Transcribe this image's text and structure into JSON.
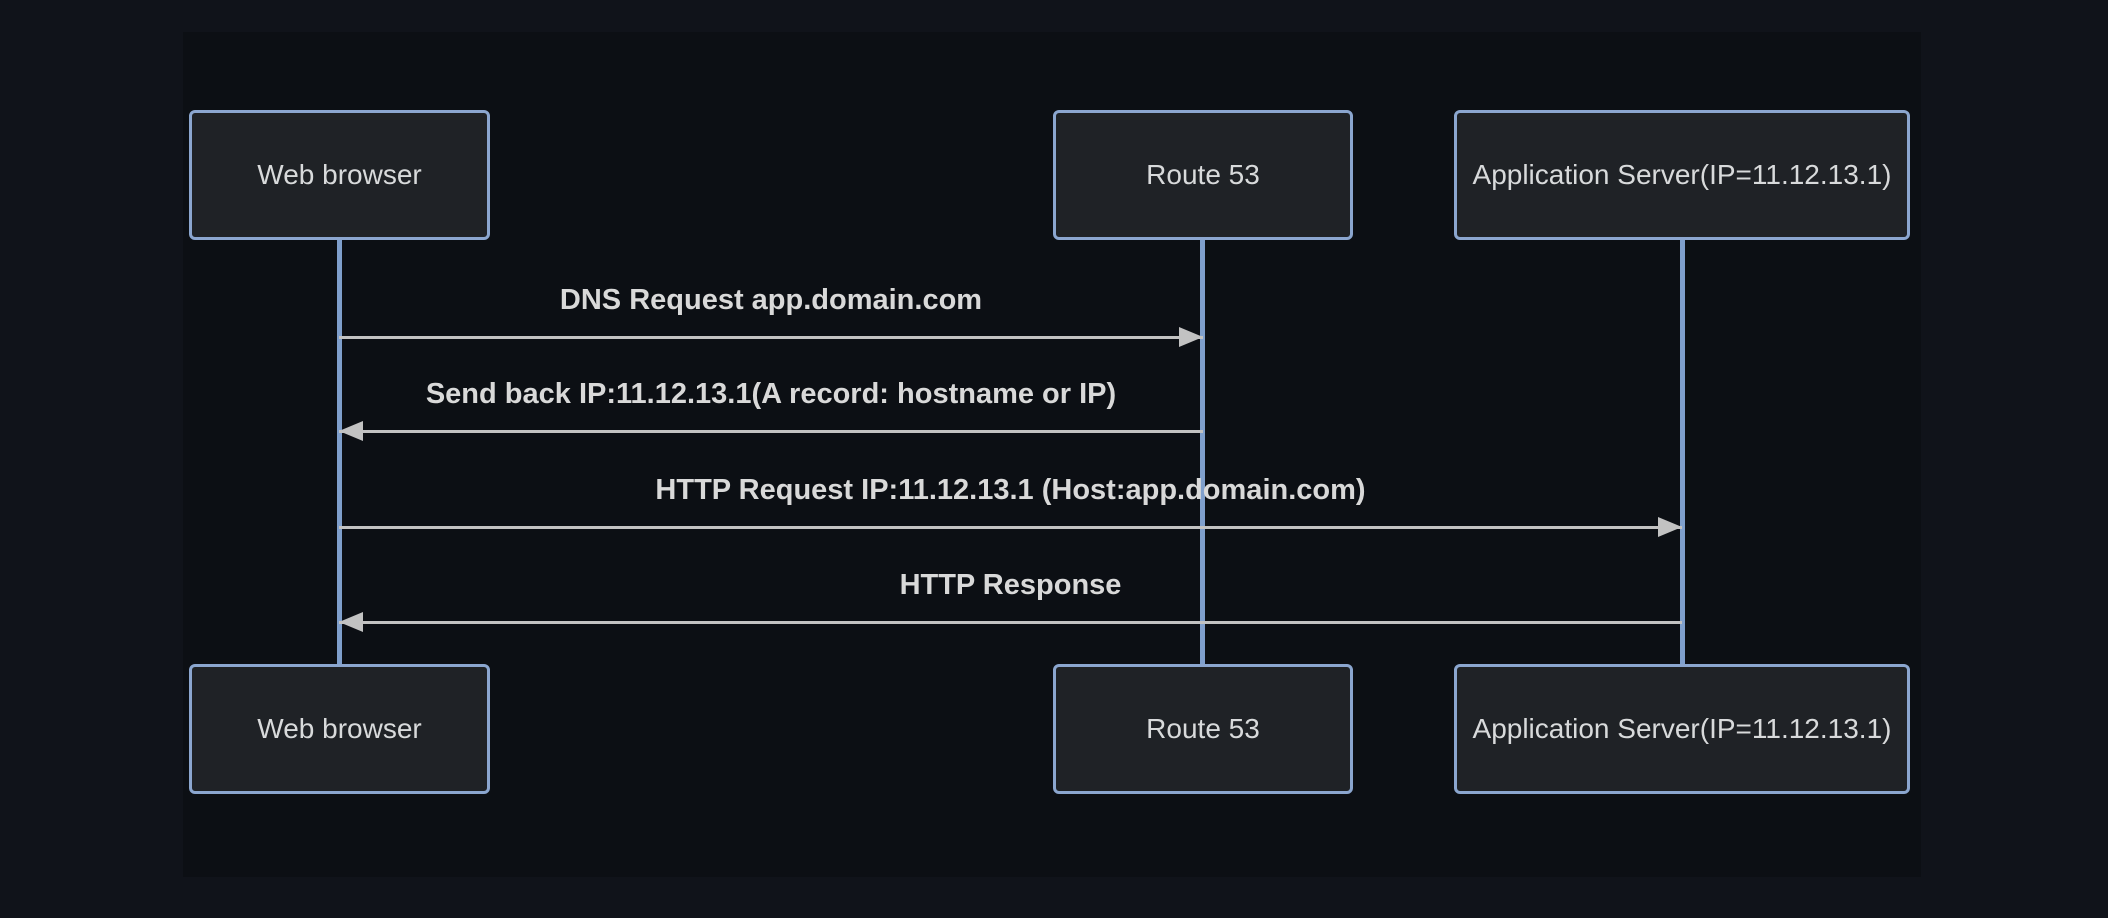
{
  "diagram": {
    "type": "sequence-diagram",
    "actors": [
      {
        "id": "web-browser",
        "label": "Web browser"
      },
      {
        "id": "route-53",
        "label": "Route 53"
      },
      {
        "id": "application-server",
        "label": "Application Server(IP=11.12.13.1)"
      }
    ],
    "messages": [
      {
        "text": "DNS Request app.domain.com",
        "from": "Web browser",
        "to": "Route 53",
        "direction": "right",
        "arrow_style": "solid"
      },
      {
        "text": "Send back IP:11.12.13.1(A record: hostname or IP)",
        "from": "Route 53",
        "to": "Web browser",
        "direction": "left",
        "arrow_style": "solid"
      },
      {
        "text": "HTTP Request IP:11.12.13.1 (Host:app.domain.com)",
        "from": "Web browser",
        "to": "Application Server(IP=11.12.13.1)",
        "direction": "right",
        "arrow_style": "solid"
      },
      {
        "text": "HTTP Response",
        "from": "Application Server(IP=11.12.13.1)",
        "to": "Web browser",
        "direction": "left",
        "arrow_style": "solid"
      }
    ],
    "colors": {
      "page_background": "#10131a",
      "diagram_background": "#0c0f14",
      "actor_fill": "#1f2226",
      "actor_border": "#8ba6cf",
      "actor_text": "#d8dadb",
      "lifeline": "#7f9fcc",
      "arrow": "#c2c2c2",
      "message_text": "#d9d9d9"
    }
  }
}
